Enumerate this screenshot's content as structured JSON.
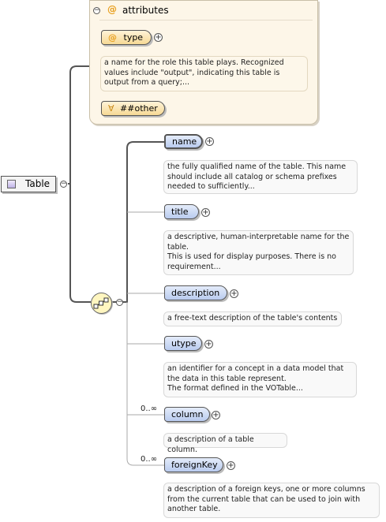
{
  "root": {
    "label": "Table"
  },
  "attributes": {
    "title": "attributes",
    "type": {
      "label": "type",
      "description": "a name for the role this table plays. Recognized values include \"output\", indicating this table is output from a query;..."
    },
    "other": {
      "label": "##other"
    }
  },
  "elements": [
    {
      "label": "name",
      "multiplicity": "",
      "description": "the fully qualified name of the table. This name should include all catalog or schema prefixes needed to sufficiently..."
    },
    {
      "label": "title",
      "multiplicity": "",
      "description": "a descriptive, human-interpretable name for the table.\nThis is used for display purposes. There is no requirement..."
    },
    {
      "label": "description",
      "multiplicity": "",
      "description": "a free-text description of the table's contents"
    },
    {
      "label": "utype",
      "multiplicity": "",
      "description": "an identifier for a concept in a data model that the data in this table represent.\nThe format defined in the VOTable..."
    },
    {
      "label": "column",
      "multiplicity": "0..∞",
      "description": "a description of a table column."
    },
    {
      "label": "foreignKey",
      "multiplicity": "0..∞",
      "description": "a description of a foreign keys, one or more columns from the current table that can be used to join with another table."
    }
  ],
  "icons": {
    "collapse": "minus-circle",
    "expand": "plus-circle",
    "attribute": "at-sign",
    "any_attribute": "wildcard-icon",
    "sequence": "sequence-compositor-icon"
  },
  "colors": {
    "element_fill": "#c7d6f3",
    "attribute_fill": "#f8dc9c",
    "attribute_panel": "#fdf6e8",
    "sequence_fill": "#fff6c0"
  }
}
